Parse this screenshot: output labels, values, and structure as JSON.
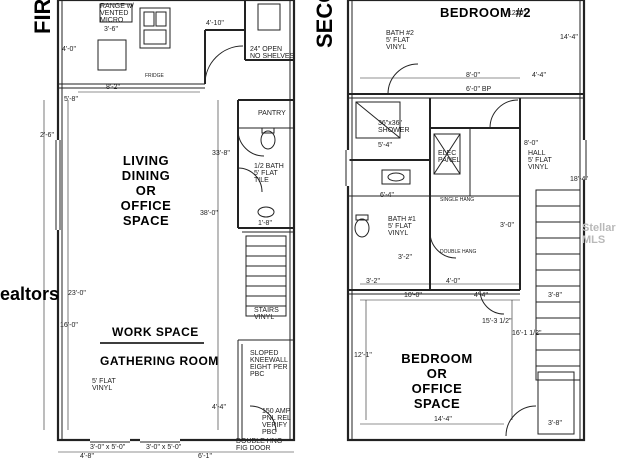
{
  "headings": {
    "first_floor": "FIRS",
    "second_floor": "SECON"
  },
  "rooms": {
    "bedroom2": "BEDROOM #2",
    "living": [
      "LIVING",
      "DINING",
      "OR",
      "OFFICE",
      "SPACE"
    ],
    "work_space": "WORK SPACE",
    "gathering_room": "GATHERING ROOM",
    "bedroom_office": [
      "BEDROOM OR",
      "OFFICE SPACE"
    ]
  },
  "watermarks": {
    "left": "ealtors",
    "right": "Stellar MLS"
  },
  "notes": {
    "range": [
      "RANGE w/",
      "VENTED",
      "MICRO"
    ],
    "open_no_shelves": [
      "24\" OPEN",
      "NO SHELVES"
    ],
    "pantry": "PANTRY",
    "half_bath": [
      "1/2 BATH",
      "5' FLAT",
      "TILE"
    ],
    "bath2": [
      "BATH #2",
      "5' FLAT",
      "VINYL"
    ],
    "bath1": [
      "BATH #1",
      "5' FLAT",
      "VINYL"
    ],
    "shower": [
      "36\"x36\"",
      "SHOWER"
    ],
    "elec_panel": [
      "ELEC",
      "PANEL"
    ],
    "hall": [
      "HALL",
      "5' FLAT",
      "VINYL"
    ],
    "stairs": [
      "STAIRS",
      "VINYL"
    ],
    "sloped_kneewall": [
      "SLOPED",
      "KNEEWALL",
      "EIGHT PER",
      "PBC"
    ],
    "flat_vinyl": [
      "5' FLAT",
      "VINYL"
    ],
    "amp_panel": [
      "150 AMP",
      "PNL REL",
      "VERIFY",
      "PBC"
    ],
    "fig_door": [
      "DOUBLE HNG",
      "FIG DOOR"
    ],
    "single_hang": "SINGLE HANG",
    "double_hang": "DOUBLE HANG",
    "bp": "6'-0\" BP",
    "fridge": "FRIDGE"
  },
  "dims": {
    "d3_6": "3'-6\"",
    "d4_10": "4'-10\"",
    "d4_0": "4'-0\"",
    "d8_2": "8'-2\"",
    "d5_8": "5'-8\"",
    "d2_6": "2'-6\"",
    "d33_8": "33'-8\"",
    "d38_0": "38'-0\"",
    "d23_0": "23'-0\"",
    "d16_0": "16'-0\"",
    "d4_4": "4'-4\"",
    "d4_8": "4'-8\"",
    "d6_1": "6'-1\"",
    "d3x5": "3'-0\" x 5'-0\"",
    "d8_0": "8'-0\"",
    "d14_4": "14'-4\"",
    "d12_0": "12'-0\"",
    "d10_0": "10'-0\"",
    "d3_2": "3'-2\"",
    "d3_8": "3'-8\"",
    "d12_1": "12'-1\"",
    "d15_3": "15'-3 1/2\"",
    "d16_1": "16'-1 1/2\"",
    "d18_4": "18'-4\"",
    "d5_4": "5'-4\"",
    "d3_0": "3'-0\"",
    "d6_4": "6'-4\"",
    "d1_8": "1'-8\""
  }
}
